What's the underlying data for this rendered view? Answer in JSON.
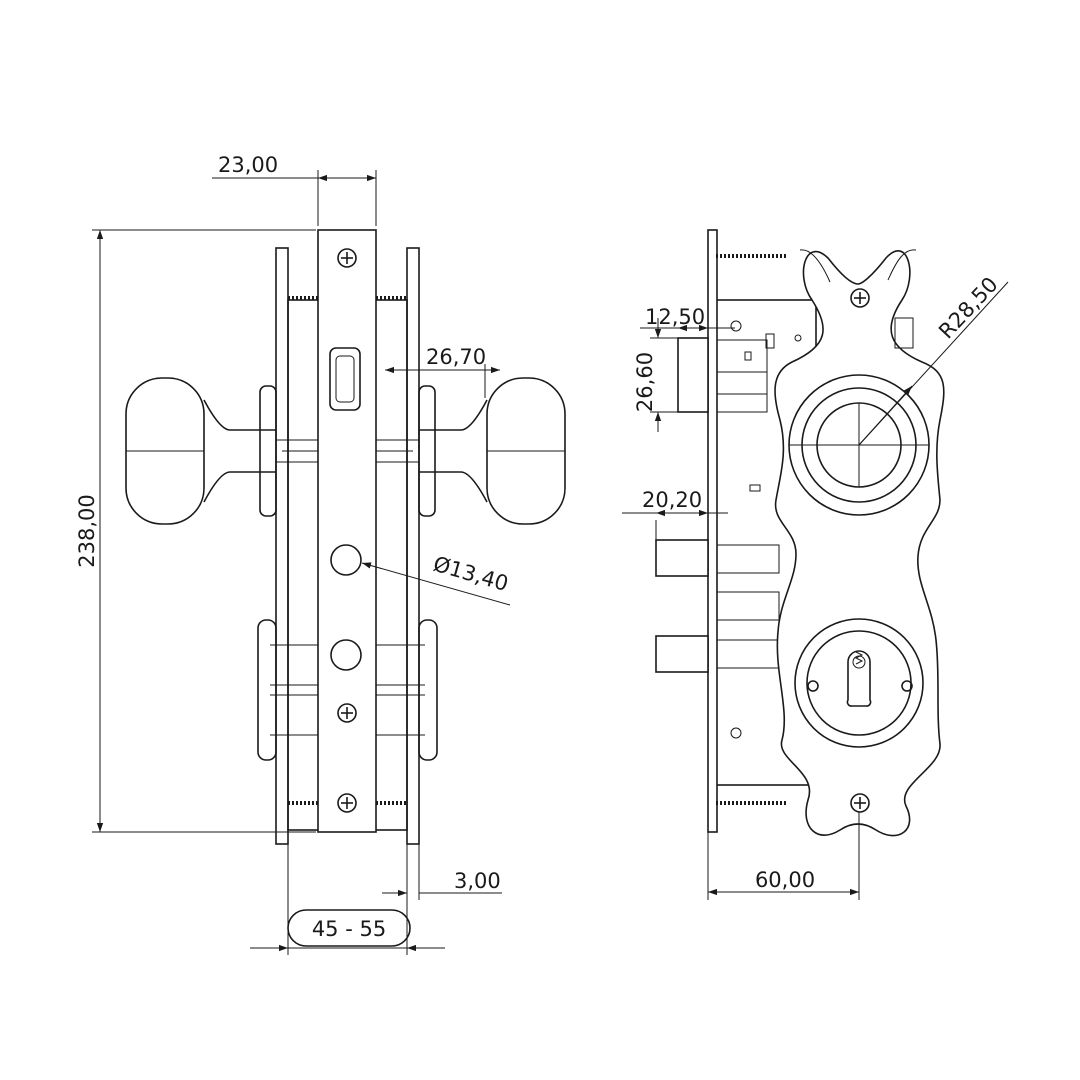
{
  "dimensions": {
    "face_width": "23,00",
    "overall_height": "238,00",
    "knob_projection": "26,70",
    "hole_diameter": "Ø13,40",
    "plate_thickness": "3,00",
    "door_thickness_range": "45 - 55",
    "latch_offset": "12,50",
    "latch_height": "26,60",
    "bolt_projection": "20,20",
    "rosette_radius": "R28,50",
    "backset": "60,00"
  },
  "colors": {
    "line": "#1a1a1a",
    "background": "#ffffff"
  }
}
